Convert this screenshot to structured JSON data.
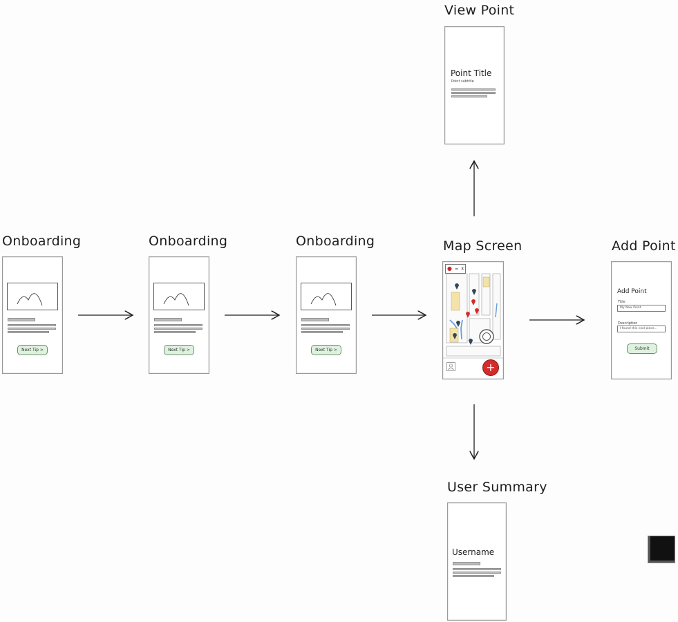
{
  "screens": {
    "onboarding1": {
      "title": "Onboarding",
      "button": "Next Tip >"
    },
    "onboarding2": {
      "title": "Onboarding",
      "button": "Next Tip >"
    },
    "onboarding3": {
      "title": "Onboarding",
      "button": "Next Tip >"
    },
    "map": {
      "title": "Map Screen",
      "counter_sep": "=",
      "counter_value": "3",
      "fab_icon": "+"
    },
    "add_point": {
      "title": "Add Point",
      "heading": "Add Point",
      "title_label": "Title",
      "title_value": "My New Point",
      "desc_label": "Description",
      "desc_value": "I found this cool place...",
      "submit": "Submit"
    },
    "view_point": {
      "title": "View Point",
      "heading": "Point Title",
      "subtitle": "Point subtitle"
    },
    "user_summary": {
      "title": "User Summary",
      "heading": "Username"
    }
  },
  "colors": {
    "button_fill": "#dff2df",
    "fab": "#d42b2b",
    "water": "#6aa0d8",
    "park": "#f3e3a8"
  }
}
